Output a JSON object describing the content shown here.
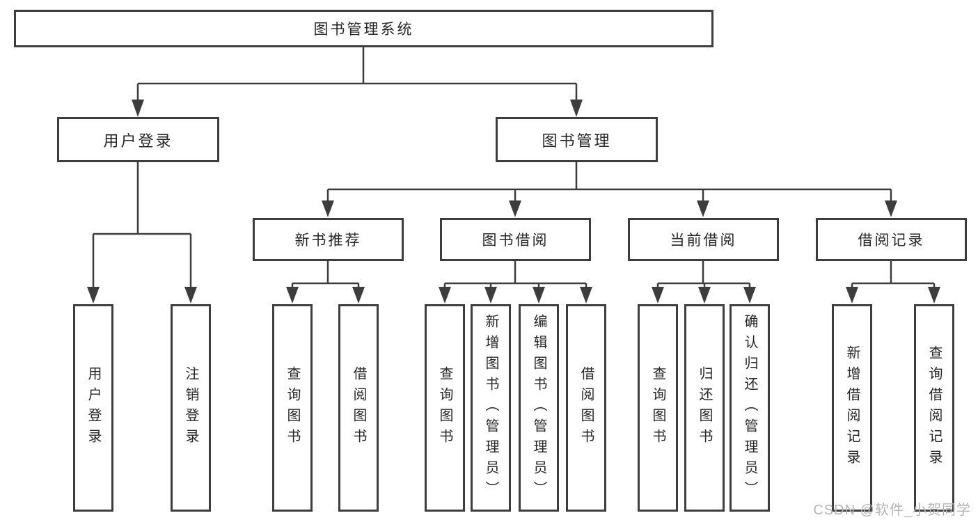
{
  "nodes": {
    "root": "图书管理系统",
    "level2": [
      "用户登录",
      "图书管理"
    ],
    "level3": [
      "新书推荐",
      "图书借阅",
      "当前借阅",
      "借阅记录"
    ],
    "leaves_user": [
      "用户登录",
      "注销登录"
    ],
    "leaves_newbook": [
      "查询图书",
      "借阅图书"
    ],
    "leaves_borrow": [
      "查询图书",
      "新增图书（管理员）",
      "编辑图书（管理员）",
      "借阅图书"
    ],
    "leaves_current": [
      "查询图书",
      "归还图书",
      "确认归还（管理员）"
    ],
    "leaves_record": [
      "新增借阅记录",
      "查询借阅记录"
    ]
  },
  "watermark": "CSDN @软件_小贺同学",
  "colors": {
    "line": "#3d3d3d",
    "text": "#262626",
    "watermark": "#b5b5b5",
    "background": "#ffffff"
  }
}
